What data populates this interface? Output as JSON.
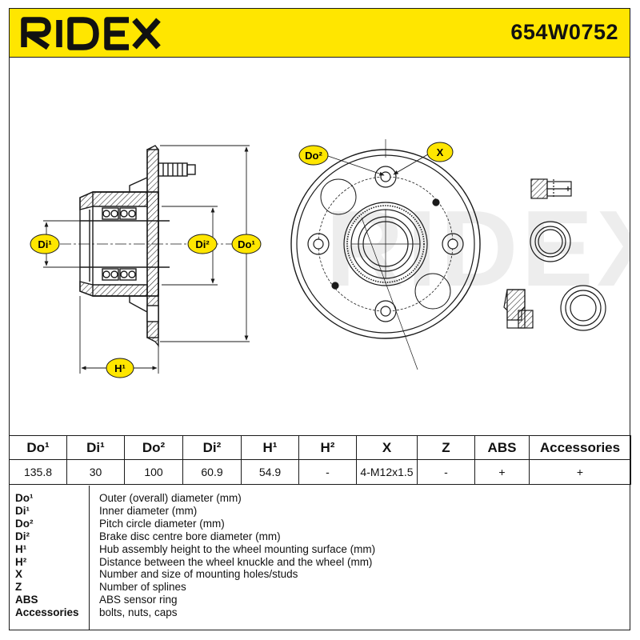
{
  "brand": "RIDEX",
  "part_number": "654W0752",
  "watermark": "RIDEX",
  "colors": {
    "accent": "#ffe600",
    "line": "#1a1a1a"
  },
  "callouts": {
    "di1": "Di¹",
    "di2": "Di²",
    "do1": "Do¹",
    "do2": "Do²",
    "h1": "H¹",
    "x": "X"
  },
  "specs": {
    "headers": [
      "Do¹",
      "Di¹",
      "Do²",
      "Di²",
      "H¹",
      "H²",
      "X",
      "Z",
      "ABS",
      "Accessories"
    ],
    "values": [
      "135.8",
      "30",
      "100",
      "60.9",
      "54.9",
      "-",
      "4-M12x1.5",
      "-",
      "+",
      "+"
    ]
  },
  "legend": [
    {
      "key": "Do¹",
      "desc": "Outer (overall) diameter (mm)"
    },
    {
      "key": "Di¹",
      "desc": "Inner diameter (mm)"
    },
    {
      "key": "Do²",
      "desc": "Pitch circle diameter (mm)"
    },
    {
      "key": "Di²",
      "desc": "Brake disc centre bore diameter (mm)"
    },
    {
      "key": "H¹",
      "desc": "Hub assembly height to the wheel mounting surface (mm)"
    },
    {
      "key": "H²",
      "desc": "Distance between the wheel knuckle and the wheel (mm)"
    },
    {
      "key": "X",
      "desc": "Number and size of mounting holes/studs"
    },
    {
      "key": "Z",
      "desc": "Number of splines"
    },
    {
      "key": "ABS",
      "desc": "ABS sensor ring"
    },
    {
      "key": "Accessories",
      "desc": "bolts, nuts, caps"
    }
  ]
}
